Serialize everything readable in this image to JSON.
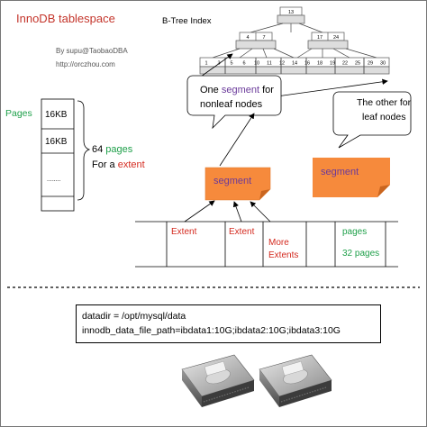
{
  "title": "InnoDB tablespace",
  "byline": {
    "author": "By supu@TaobaoDBA",
    "url": "http://orczhou.com"
  },
  "btree": {
    "label": "B-Tree Index",
    "root": "13",
    "level2": [
      "4",
      "7",
      "17",
      "24"
    ],
    "leaves": [
      "1",
      "3",
      "5",
      "6",
      "10",
      "11",
      "12",
      "14",
      "16",
      "18",
      "19",
      "22",
      "25",
      "29",
      "30"
    ]
  },
  "callouts": {
    "nonleaf_part1": "One ",
    "nonleaf_part2": "segment",
    "nonleaf_part3": " for",
    "nonleaf_line2": "nonleaf nodes",
    "leaf_line1": "The other for",
    "leaf_line2": "leaf nodes"
  },
  "pages_stack": {
    "label": "Pages",
    "cells": [
      "16KB",
      "16KB",
      "........"
    ],
    "count_prefix": "64 ",
    "count_word": "pages",
    "for_prefix": "For a ",
    "for_word": "extent"
  },
  "segments": [
    "segment",
    "segment"
  ],
  "extents_row": {
    "extent1": "Extent",
    "extent2": "Extent",
    "more_line1": "More",
    "more_line2": "Extents",
    "pages": "pages",
    "pages_count": "32 pages"
  },
  "config": {
    "line1": "datadir = /opt/mysql/data",
    "line2": "innodb_data_file_path=ibdata1:10G;ibdata2:10G;ibdata3:10G"
  },
  "colors": {
    "title": "#c4352b",
    "green": "#1fa04a",
    "red": "#d42a1f",
    "purple": "#6a3a9a",
    "segment_fill": "#f68a3c"
  },
  "icons": [
    "hard-disk-icon",
    "hard-disk-icon"
  ]
}
